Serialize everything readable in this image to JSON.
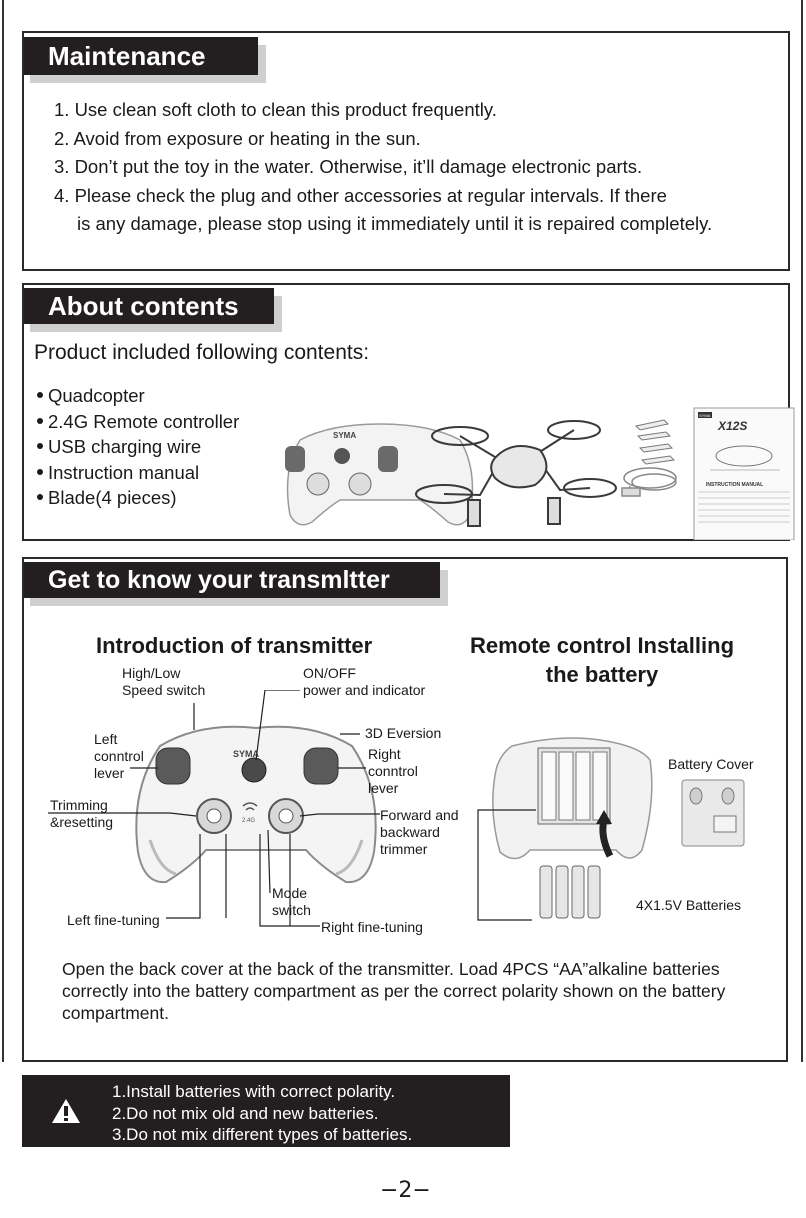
{
  "maintenance": {
    "title": "Maintenance",
    "items": [
      "1. Use clean soft cloth to clean this product frequently.",
      "2. Avoid from exposure or heating in the sun.",
      "3. Don’t put the toy in the water. Otherwise, it’ll damage electronic parts.",
      "4. Please check the plug and other accessories at regular intervals. If there",
      "is any damage, please stop using it immediately until it is repaired completely."
    ]
  },
  "about": {
    "title": "About contents",
    "intro": "Product included following contents:",
    "items": [
      "Quadcopter",
      "2.4G Remote controller",
      "USB charging wire",
      "Instruction manual",
      "Blade(4 pieces)"
    ],
    "manual_thumb": {
      "brand": "SYMA",
      "model": "X12S",
      "heading": "INSTRUCTION MANUAL"
    }
  },
  "transmitter": {
    "title": "Get to know your transmltter",
    "intro_title": "Introduction of transmitter",
    "battery_title_1": "Remote control Installing",
    "battery_title_2": "the battery",
    "controller_brand": "SYMA",
    "labels": {
      "high_low_1": "High/Low",
      "high_low_2": "Speed switch",
      "on_off_1": "ON/OFF",
      "on_off_2": "power and indicator",
      "eversion": "3D Eversion",
      "left_lever_1": "Left",
      "left_lever_2": "conntrol",
      "left_lever_3": "lever",
      "right_lever_1": "Right",
      "right_lever_2": "conntrol",
      "right_lever_3": "lever",
      "trimming_1": "Trimming",
      "trimming_2": "&resetting",
      "fwd_1": "Forward and",
      "fwd_2": "backward",
      "fwd_3": "trimmer",
      "mode_1": "Mode",
      "mode_2": "switch",
      "left_fine": "Left fine-tuning",
      "right_fine": "Right fine-tuning",
      "battery_cover": "Battery Cover",
      "batteries": "4X1.5V Batteries"
    },
    "paragraph": "Open the back cover at the back of the transmitter. Load 4PCS “AA”alkaline batteries correctly into the battery compartment as per the correct polarity shown on the battery compartment."
  },
  "warnings": [
    "1.Install batteries with correct polarity.",
    "2.Do not mix old and new batteries.",
    "3.Do not mix different types of batteries."
  ],
  "page_number": "−2−"
}
